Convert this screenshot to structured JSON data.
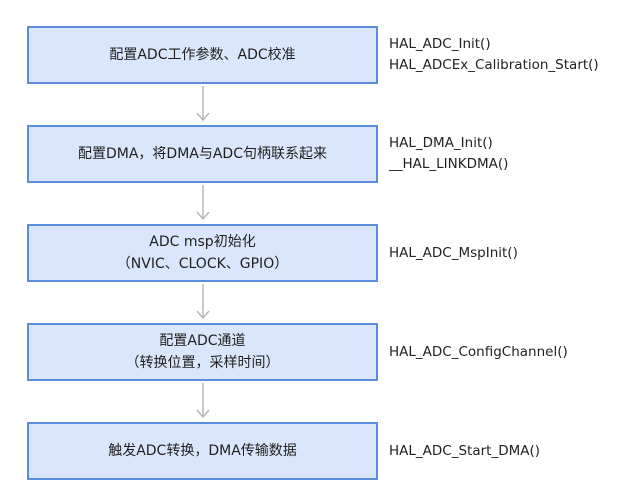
{
  "steps": [
    {
      "lines": [
        "配置ADC工作参数、ADC校准"
      ],
      "functions": [
        "HAL_ADC_Init()",
        "HAL_ADCEx_Calibration_Start()"
      ]
    },
    {
      "lines": [
        "配置DMA，将DMA与ADC句柄联系起来"
      ],
      "functions": [
        "HAL_DMA_Init()",
        "__HAL_LINKDMA()"
      ]
    },
    {
      "lines": [
        "ADC msp初始化",
        "（NVIC、CLOCK、GPIO）"
      ],
      "functions": [
        "HAL_ADC_MspInit()"
      ]
    },
    {
      "lines": [
        "配置ADC通道",
        "（转换位置，采样时间）"
      ],
      "functions": [
        "HAL_ADC_ConfigChannel()"
      ]
    },
    {
      "lines": [
        "触发ADC转换，DMA传输数据"
      ],
      "functions": [
        "HAL_ADC_Start_DMA()"
      ]
    }
  ],
  "colors": {
    "box_fill": "#dae6fb",
    "box_border": "#5b8ddd",
    "arrow": "#b8b8b8"
  }
}
